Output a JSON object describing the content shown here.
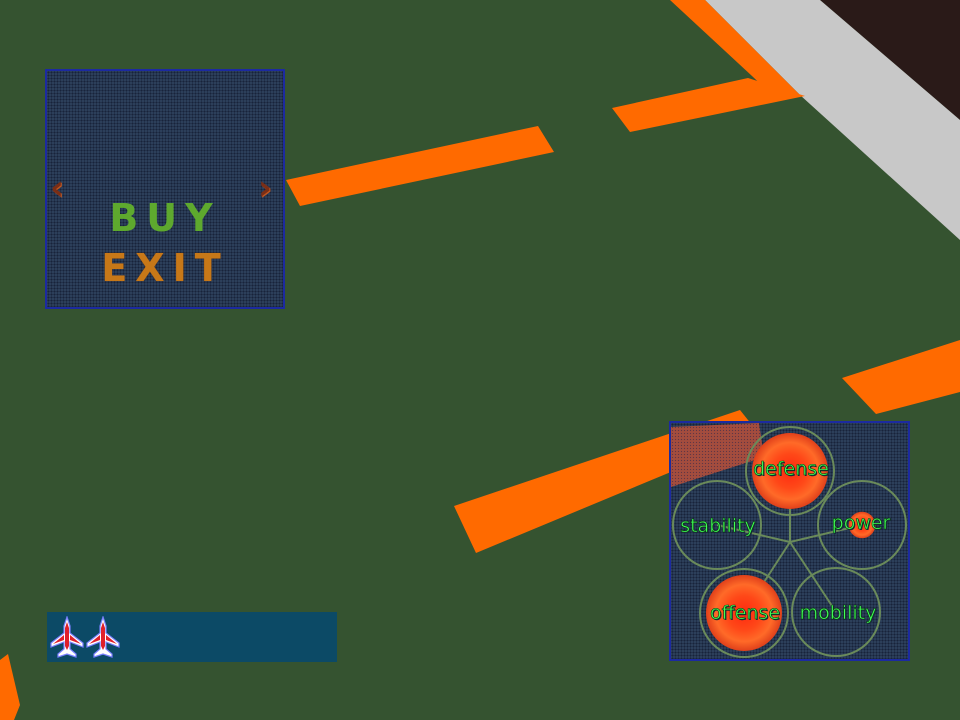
{
  "menu": {
    "arrow_left": "‹",
    "arrow_right": "›",
    "options": [
      "BUY",
      "EXIT"
    ],
    "selected": "BUY"
  },
  "lives": {
    "count": 2,
    "icon": "fighter-jet-icon"
  },
  "stats": {
    "defense": {
      "label": "defense",
      "level": 1.0
    },
    "power": {
      "label": "power",
      "level": 0.35
    },
    "mobility": {
      "label": "mobility",
      "level": 0
    },
    "offense": {
      "label": "offense",
      "level": 1.0
    },
    "stability": {
      "label": "stability",
      "level": 0
    }
  },
  "colors": {
    "ground": "#355330",
    "runway_stripe": "#ff6a00",
    "label_green": "#40ff58",
    "buy_green": "#5ea92e",
    "exit_orange": "#c77818",
    "panel_border": "#1c2aa0"
  }
}
